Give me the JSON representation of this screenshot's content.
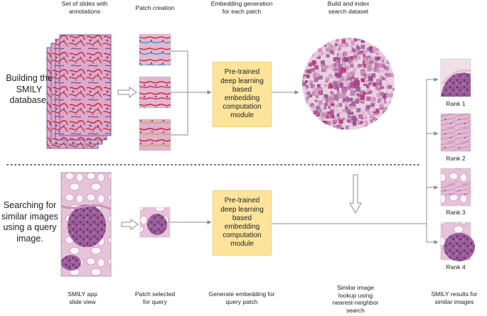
{
  "header": {
    "col1": "Set of slides with\nannotations",
    "col2": "Patch creation",
    "col3": "Embedding generation\nfor each patch",
    "col4": "Build and index\nsearch dataset"
  },
  "rows": {
    "build_label": "Building the\nSMILY\ndatabase.",
    "search_label": "Searching for\nsimilar images\nusing a query\nimage."
  },
  "modules": {
    "top": "Pre-trained\ndeep learning\nbased\nembedding\ncomputation\nmodule",
    "bottom": "Pre-trained\ndeep learning\nbased\nembedding\ncomputation\nmodule"
  },
  "ranks": [
    "Rank 1",
    "Rank 2",
    "Rank 3",
    "Rank 4"
  ],
  "footer": {
    "col1": "SMILY app\nslide view",
    "col2": "Patch selected\nfor query",
    "col3": "Generate embedding for\nquery patch",
    "col4": "Similar image\nlookup using\nnearest-neighbor\nsearch",
    "col5": "SMILY results for\nsimilar images"
  },
  "colors": {
    "module_fill": "#fde49a",
    "tissue_pink": "#d7a3c6",
    "tissue_purple": "#8a4f8a",
    "annotation_red": "#cc1f2a",
    "annotation_blue": "#2a8ec7",
    "arrow_gray": "#8c8c8c"
  }
}
